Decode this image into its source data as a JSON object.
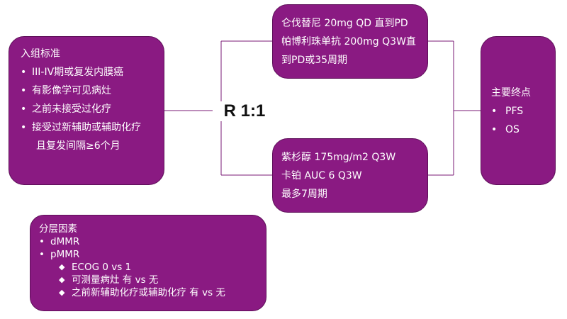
{
  "colors": {
    "box_fill": "#8a1a82",
    "box_text": "#ffffff",
    "connector": "#7a1a75"
  },
  "criteria": {
    "title": "入组标准",
    "items": [
      "III-IV期或复发内膜癌",
      "有影像学可见病灶",
      "之前未接受过化疗",
      "接受过新辅助或辅助化疗"
    ],
    "continuation": "且复发间隔≥6个月"
  },
  "randomization": {
    "label": "R 1:1"
  },
  "arm_top": {
    "lines": [
      "仑伐替尼 20mg QD 直到PD",
      "帕博利珠单抗 200mg Q3W直到PD或35周期"
    ]
  },
  "arm_bottom": {
    "lines": [
      "紫杉醇 175mg/m2 Q3W",
      "卡铂 AUC 6 Q3W",
      "最多7周期"
    ]
  },
  "endpoints": {
    "title": "主要终点",
    "items": [
      "PFS",
      "OS"
    ]
  },
  "stratification": {
    "title": "分层因素",
    "items": [
      "dMMR",
      "pMMR"
    ],
    "sub_items": [
      "ECOG 0 vs 1",
      "可测量病灶 有 vs 无",
      "之前新辅助化疗或辅助化疗 有 vs 无"
    ]
  }
}
